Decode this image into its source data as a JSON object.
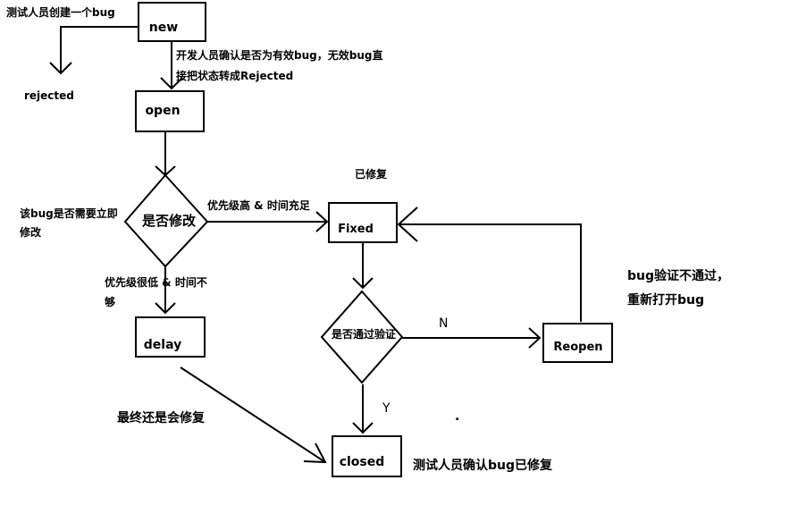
{
  "nodes": {
    "new": "new",
    "open": "open",
    "decision_modify": "是否修改",
    "fixed": "Fixed",
    "delay": "delay",
    "decision_verify": "是否通过验证",
    "reopen": "Reopen",
    "closed": "closed"
  },
  "labels": {
    "tester_creates": "测试人员创建一个bug",
    "rejected": "rejected",
    "dev_confirm_line1": "开发人员确认是否为有效bug，无效bug直",
    "dev_confirm_line2": "接把状态转成Rejected",
    "fixed_caption": "已修复",
    "need_fix_line1": "该bug是否需要立即",
    "need_fix_line2": "修改",
    "high_priority": "优先级高 & 时间充足",
    "low_priority_line1": "优先级很低 & 时间不",
    "low_priority_line2": "够",
    "verify_fail_line1": "bug验证不通过，",
    "verify_fail_line2": "重新打开bug",
    "n_label": "N",
    "y_label": "Y",
    "eventually_fixed": "最终还是会修复",
    "tester_confirms": "测试人员确认bug已修复",
    "dot": "."
  }
}
